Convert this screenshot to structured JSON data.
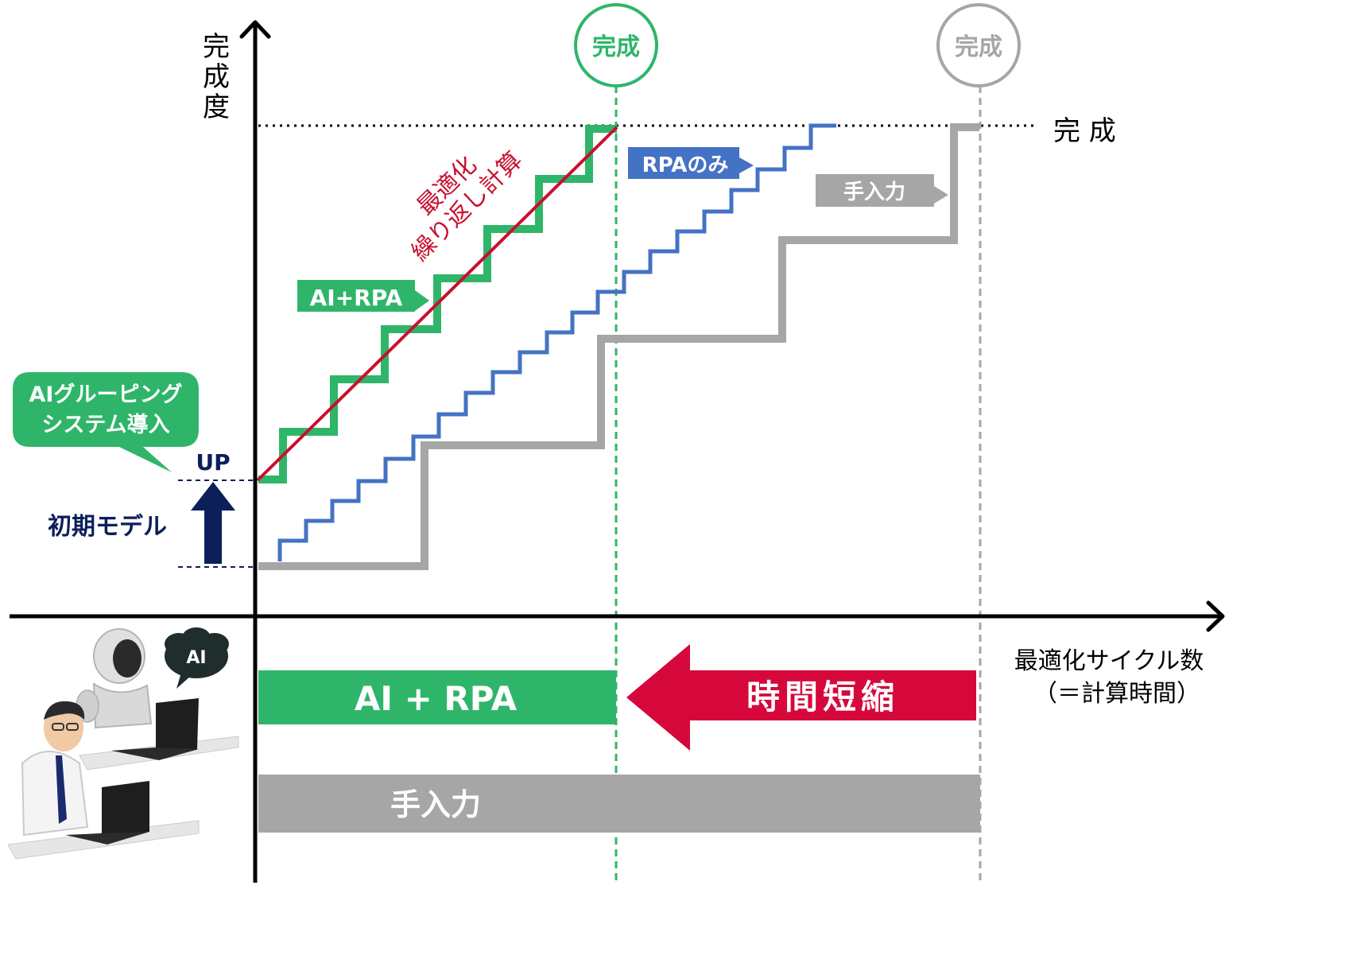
{
  "axes": {
    "y_label": "完成度",
    "x_label_line1": "最適化サイクル数",
    "x_label_line2": "（＝計算時間）",
    "complete_line_label": "完 成"
  },
  "completion_markers": {
    "ai_rpa": "完成",
    "manual": "完成"
  },
  "series_labels": {
    "ai_rpa": "AI+RPA",
    "rpa_only": "RPAのみ",
    "manual": "手入力"
  },
  "optimization_label": {
    "line1": "最適化",
    "line2": "繰り返し計算"
  },
  "callout": {
    "line1": "AIグルーピング",
    "line2": "システム導入"
  },
  "initial_model": {
    "up": "UP",
    "label": "初期モデル"
  },
  "bottom_bars": {
    "ai_rpa": "AI + RPA",
    "time_reduction": "時間短縮",
    "manual": "手入力"
  },
  "illustration": {
    "ai_bubble": "AI"
  },
  "colors": {
    "green": "#2fb56a",
    "blue": "#4472c4",
    "gray": "#a6a6a6",
    "red_line": "#c8102e",
    "red_arrow": "#d6083b",
    "navy": "#0c1f5a",
    "black": "#000000"
  }
}
